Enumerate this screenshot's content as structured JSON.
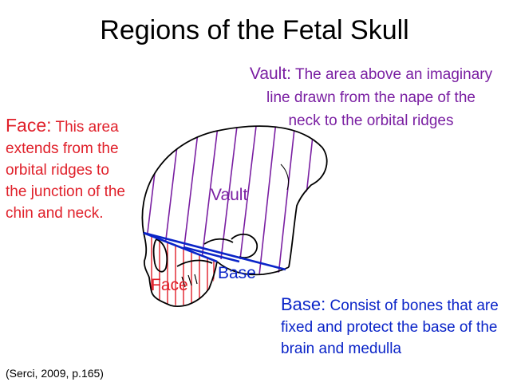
{
  "title": "Regions of the Fetal Skull",
  "vault_note": {
    "term": "Vault:",
    "text": "The area above an imaginary line drawn from the nape of the neck to the orbital ridges"
  },
  "face_note": {
    "term": "Face:",
    "text": "This area extends from the orbital ridges to the junction of the chin and neck."
  },
  "base_note": {
    "term": "Base:",
    "text": "Consist of bones that are fixed and protect the base of the brain and medulla"
  },
  "citation": "(Serci, 2009, p.165)",
  "diagram_labels": {
    "vault": "Vault",
    "face": "Face",
    "base": "Base"
  },
  "colors": {
    "vault": "#7a1fa2",
    "face": "#e0202a",
    "base": "#0a24c8",
    "outline": "#000000"
  }
}
